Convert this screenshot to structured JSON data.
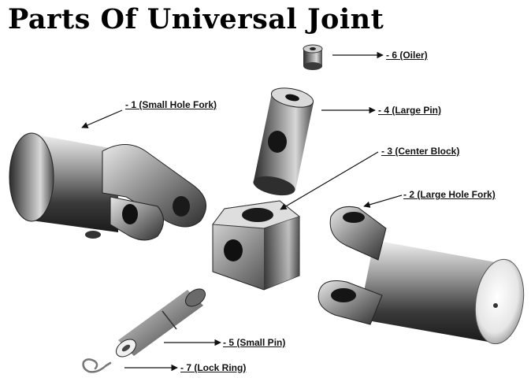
{
  "title": "Parts Of Universal Joint",
  "parts": [
    {
      "id": "small-hole-fork",
      "label": "- 1 (Small Hole Fork)"
    },
    {
      "id": "large-hole-fork",
      "label": "- 2 (Large Hole Fork)"
    },
    {
      "id": "center-block",
      "label": "- 3 (Center Block)"
    },
    {
      "id": "large-pin",
      "label": "- 4 (Large Pin)"
    },
    {
      "id": "small-pin",
      "label": "- 5 (Small Pin)"
    },
    {
      "id": "oiler",
      "label": "- 6 (Oiler)"
    },
    {
      "id": "lock-ring",
      "label": "- 7 (Lock Ring)"
    }
  ]
}
